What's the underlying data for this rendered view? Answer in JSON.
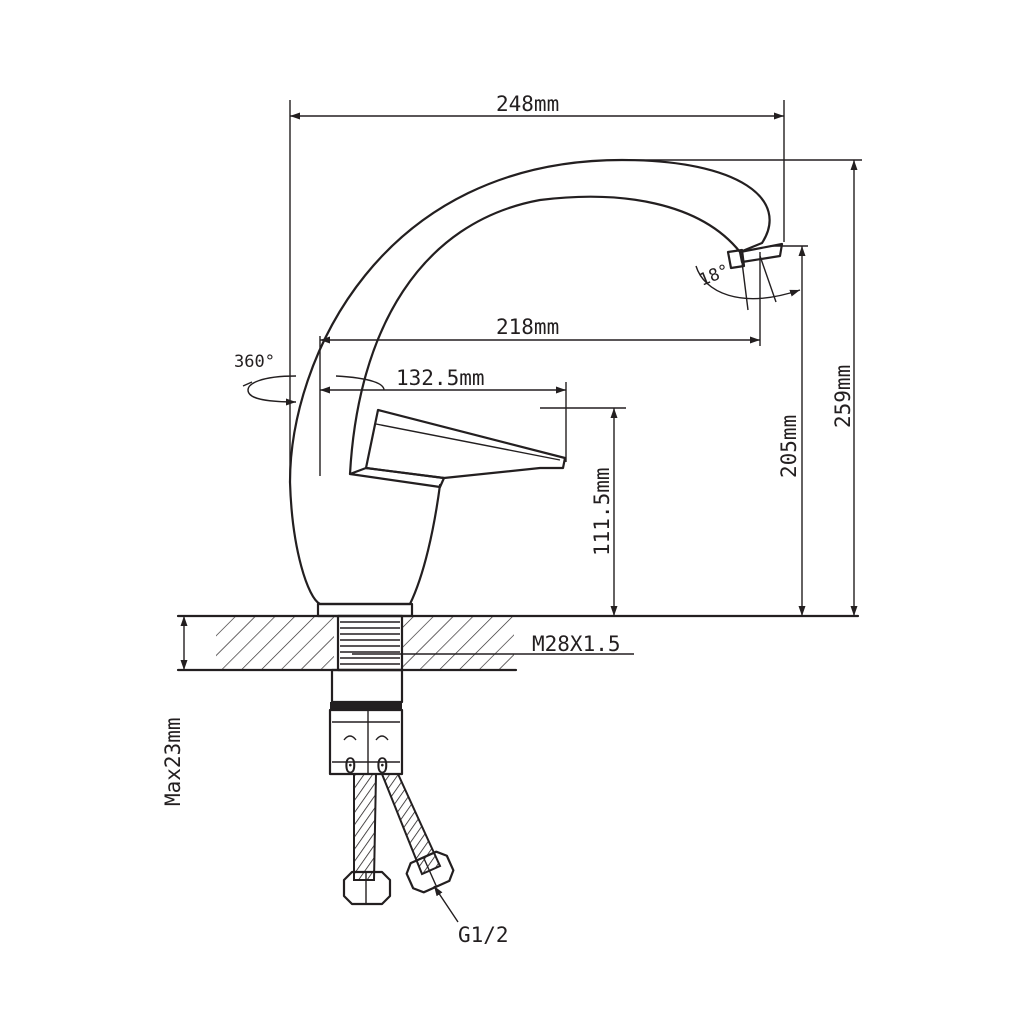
{
  "dimensions": {
    "total_reach": "248mm",
    "spout_reach": "218mm",
    "handle_reach": "132.5mm",
    "handle_height": "111.5mm",
    "spout_height": "205mm",
    "total_height": "259mm",
    "thread": "M28X1.5",
    "max_thickness": "Max23mm",
    "connection": "G1/2"
  },
  "angles": {
    "swivel": "360°",
    "spout_tilt": "18°"
  },
  "markings": {
    "hot_mark": "0",
    "cold_mark": "0"
  }
}
